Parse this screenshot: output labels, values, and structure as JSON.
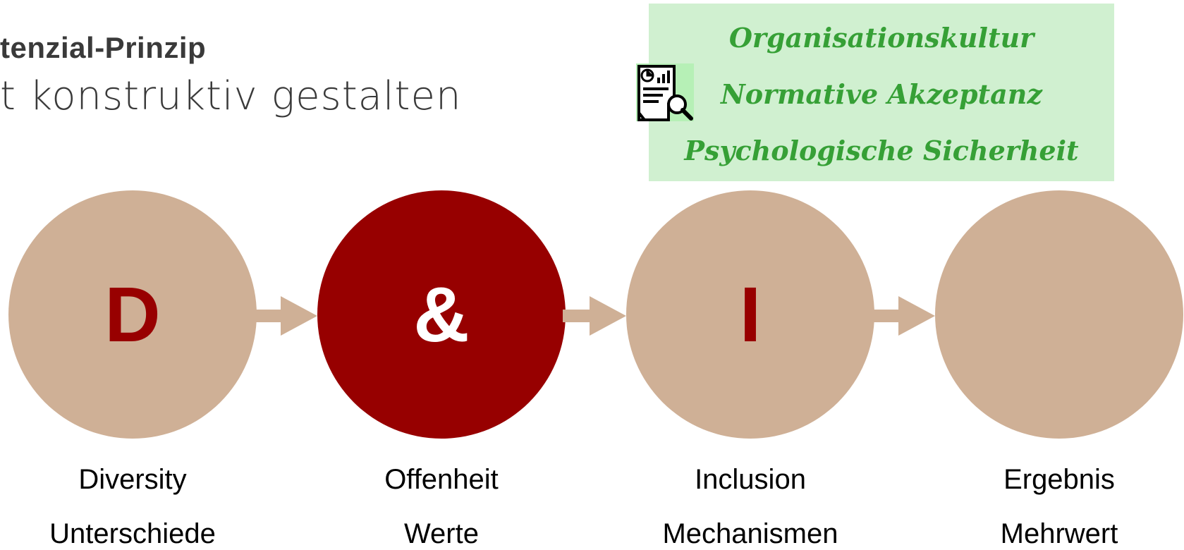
{
  "title": {
    "line1": "tenzial-Prinzip",
    "line2": "t konstruktiv gestalten"
  },
  "info_box": {
    "icon": "document-analytics-icon",
    "lines": [
      "Organisationskultur",
      "Normative Akzeptanz",
      "Psychologische Sicherheit"
    ]
  },
  "colors": {
    "tan": "#cfb096",
    "dark_red": "#970000",
    "green_box": "#d0f0d0",
    "green_text": "#36a036"
  },
  "steps": [
    {
      "symbol": "D",
      "label": "Diversity",
      "sublabel": "Unterschiede"
    },
    {
      "symbol": "&",
      "label": "Offenheit",
      "sublabel": "Werte"
    },
    {
      "symbol": "I",
      "label": "Inclusion",
      "sublabel": "Mechanismen"
    },
    {
      "symbol": "",
      "label": "Ergebnis",
      "sublabel": "Mehrwert"
    }
  ]
}
